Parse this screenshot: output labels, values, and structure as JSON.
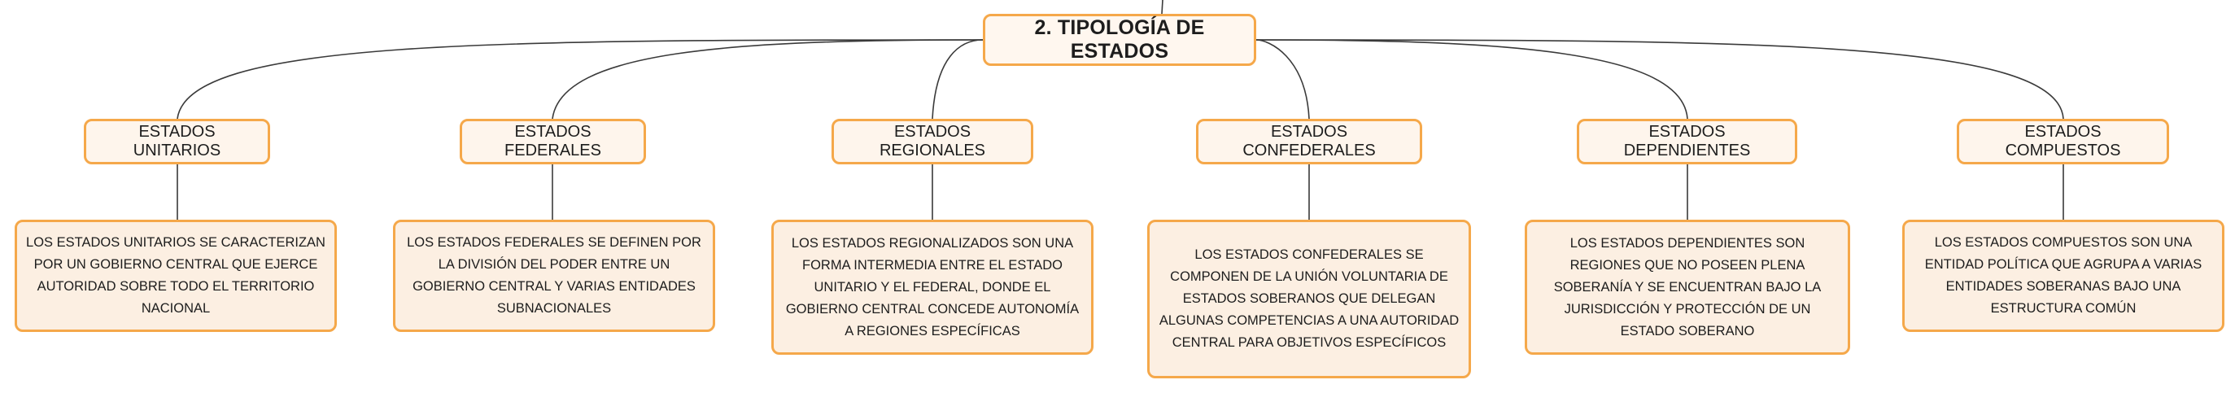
{
  "root": {
    "title": "2. TIPOLOGÍA DE ESTADOS"
  },
  "branches": [
    {
      "title": "ESTADOS UNITARIOS",
      "description": "LOS ESTADOS UNITARIOS SE CARACTERIZAN POR UN GOBIERNO CENTRAL QUE EJERCE AUTORIDAD SOBRE TODO EL TERRITORIO NACIONAL"
    },
    {
      "title": "ESTADOS FEDERALES",
      "description": "LOS ESTADOS FEDERALES SE DEFINEN POR LA DIVISIÓN DEL PODER ENTRE UN GOBIERNO CENTRAL Y VARIAS ENTIDADES SUBNACIONALES"
    },
    {
      "title": "ESTADOS REGIONALES",
      "description": "LOS ESTADOS REGIONALIZADOS SON UNA FORMA INTERMEDIA ENTRE EL ESTADO UNITARIO Y EL FEDERAL, DONDE EL GOBIERNO CENTRAL CONCEDE AUTONOMÍA A REGIONES ESPECÍFICAS"
    },
    {
      "title": "ESTADOS CONFEDERALES",
      "description": "LOS ESTADOS CONFEDERALES SE COMPONEN DE LA UNIÓN VOLUNTARIA DE ESTADOS SOBERANOS QUE DELEGAN ALGUNAS COMPETENCIAS A UNA AUTORIDAD CENTRAL PARA OBJETIVOS ESPECÍFICOS"
    },
    {
      "title": "ESTADOS DEPENDIENTES",
      "description": "LOS ESTADOS DEPENDIENTES SON REGIONES QUE NO POSEEN PLENA SOBERANÍA Y SE ENCUENTRAN BAJO LA JURISDICCIÓN Y PROTECCIÓN DE UN ESTADO SOBERANO"
    },
    {
      "title": "ESTADOS COMPUESTOS",
      "description": "LOS ESTADOS COMPUESTOS SON UNA ENTIDAD POLÍTICA QUE AGRUPA A VARIAS ENTIDADES SOBERANAS BAJO UNA ESTRUCTURA COMÚN"
    }
  ],
  "colors": {
    "node_border": "#f5a84a",
    "node_fill": "#fdf1e4",
    "connector": "#3a3a3a",
    "text": "#1d1d1d"
  }
}
